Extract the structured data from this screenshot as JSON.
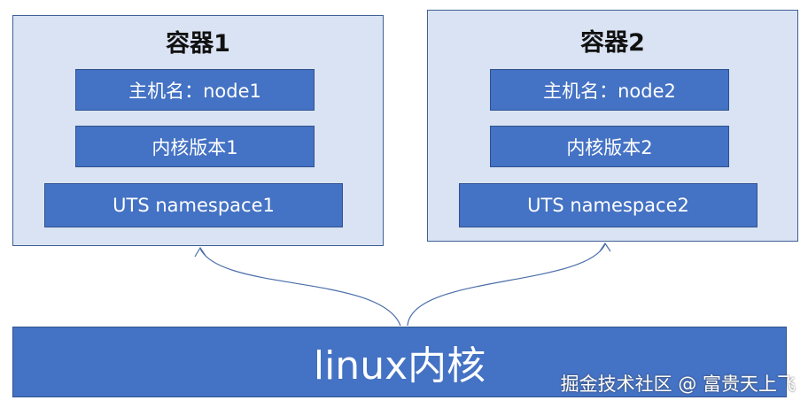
{
  "containers": [
    {
      "title": "容器1",
      "hostname": "主机名：node1",
      "kernel": "内核版本1",
      "uts": "UTS namespace1"
    },
    {
      "title": "容器2",
      "hostname": "主机名：node2",
      "kernel": "内核版本2",
      "uts": "UTS namespace2"
    }
  ],
  "kernel_bar": "linux内核",
  "watermark": "掘金技术社区 @ 富贵天上飞",
  "colors": {
    "container_fill": "#dae3f3",
    "container_border": "#3f5f95",
    "box_fill": "#4472c4",
    "box_border": "#2f528f",
    "arrow": "#4a6ea9"
  }
}
